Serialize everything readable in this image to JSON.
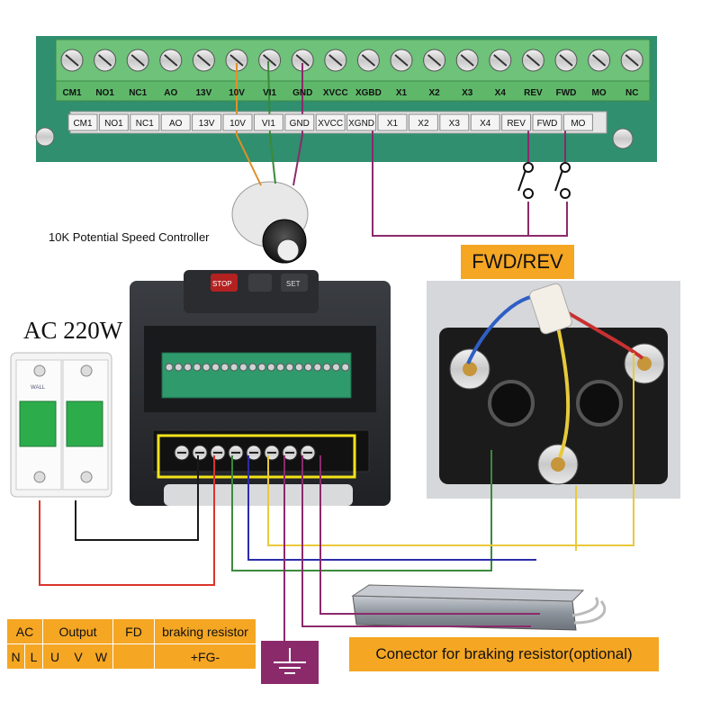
{
  "top_terminals": {
    "upper_labels": [
      "CM1",
      "NO1",
      "NC1",
      "AO",
      "13V",
      "10V",
      "VI1",
      "GND",
      "XVCC",
      "XGBD",
      "X1",
      "X2",
      "X3",
      "X4",
      "REV",
      "FWD",
      "MO",
      "NC"
    ],
    "lower_labels": [
      "CM1",
      "NO1",
      "NC1",
      "AO",
      "13V",
      "10V",
      "VI1",
      "GND",
      "XVCC",
      "XGND",
      "X1",
      "X2",
      "X3",
      "X4",
      "REV",
      "FWD",
      "MO"
    ]
  },
  "potentiometer": {
    "label": "10K Potential Speed Controller"
  },
  "fwd_rev": {
    "label": "FWD/REV"
  },
  "breaker": {
    "label": "AC 220W",
    "brand": "WALL"
  },
  "vfd": {
    "stop_label": "STOP",
    "set_label": "SET"
  },
  "legend": {
    "ac": "AC",
    "n": "N",
    "l": "L",
    "output": "Output",
    "u": "U",
    "v": "V",
    "w": "W",
    "fd": "FD",
    "braking": "braking resistor",
    "fg": "+FG-"
  },
  "braking_connector": {
    "label": "Conector for braking resistor(optional)"
  },
  "colors": {
    "terminal_green": "#5fb86a",
    "wire_red": "#d9342b",
    "wire_black": "#1a1a1a",
    "wire_green": "#3b8a3a",
    "wire_blue": "#2c2ca8",
    "wire_purple": "#8b2a6b",
    "wire_yellow": "#e8c93a",
    "wire_orange": "#e0902a",
    "label_orange": "#f5a623",
    "highlight_yellow": "#f2e21b",
    "ground_purple": "#8b2a6b"
  }
}
